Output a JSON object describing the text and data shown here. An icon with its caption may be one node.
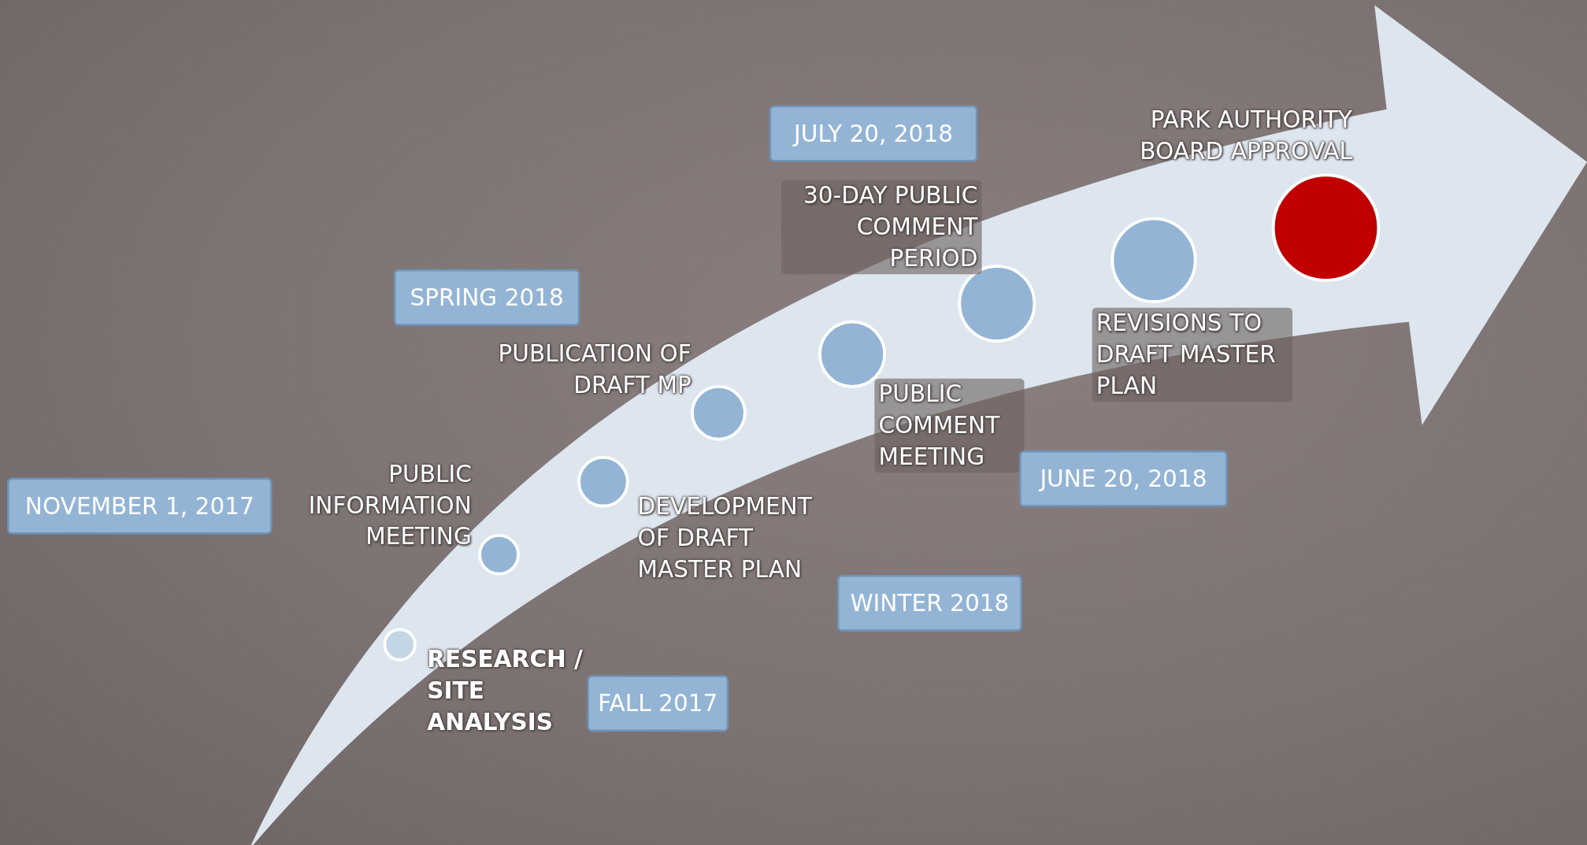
{
  "diagram": {
    "nodes": [
      {
        "text": [],
        "shape": "circle",
        "beside": [
          "RESEARCH / SITE ANALYSIS"
        ]
      },
      {
        "text": [],
        "shape": "circle",
        "beside": [
          "PUBLIC INFORMATION MEETING"
        ]
      },
      {
        "text": [],
        "shape": "circle",
        "beside": [
          "DEVELOPMENT OF DRAFT MASTER PLAN"
        ]
      },
      {
        "text": [],
        "shape": "circle",
        "beside": [
          "PUBLICATION OF DRAFT MP"
        ]
      },
      {
        "text": [],
        "shape": "circle",
        "beside": [
          "PUBLIC COMMENT MEETING"
        ]
      },
      {
        "text": [],
        "shape": "circle",
        "beside": [
          "30-DAY PUBLIC COMMENT PERIOD"
        ]
      },
      {
        "text": [],
        "shape": "circle",
        "beside": [
          "REVISIONS TO DRAFT MASTER PLAN"
        ]
      },
      {
        "text": [],
        "shape": "circle",
        "beside": [
          "PARK AUTHORITY BOARD APPROVAL"
        ]
      },
      {
        "text": [
          "NOVEMBER 1, 2017"
        ]
      },
      {
        "text": [
          "SPRING 2018"
        ]
      },
      {
        "text": [
          "FALL 2017"
        ]
      },
      {
        "text": [
          "JULY 20, 2018"
        ]
      },
      {
        "text": [
          "WINTER 2018"
        ]
      },
      {
        "text": [
          "JUNE 20, 2018"
        ]
      }
    ],
    "edges": []
  }
}
